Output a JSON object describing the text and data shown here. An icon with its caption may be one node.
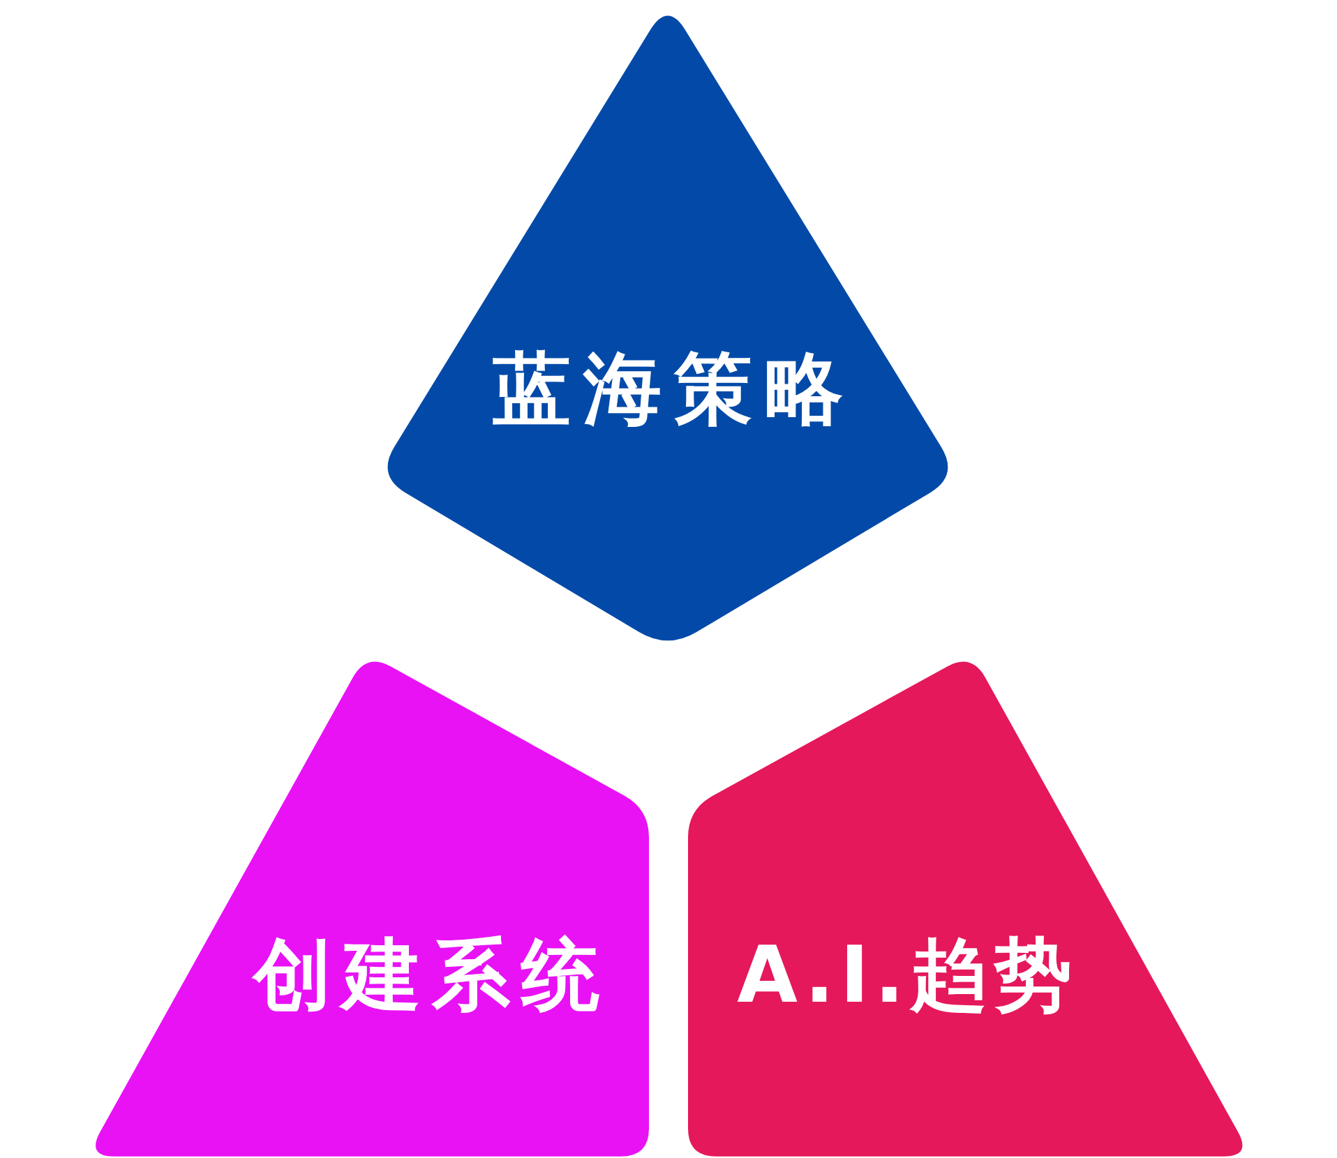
{
  "diagram": {
    "nodes": [
      {
        "text": [
          "蓝海策略"
        ]
      },
      {
        "text": [
          "创建系统"
        ]
      },
      {
        "text": [
          "A.I.趋势"
        ]
      }
    ]
  }
}
